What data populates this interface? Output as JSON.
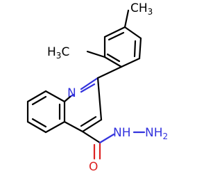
{
  "molecule": {
    "labels": {
      "methyl_para": "CH3",
      "methyl_ortho": "CH3",
      "ring_nitrogen": "N",
      "carbonyl_oxygen": "O",
      "hydrazide_nh": "NH",
      "hydrazide_nh2": "NH2"
    },
    "colors": {
      "carbon": "#000000",
      "nitrogen": "#3333dd",
      "oxygen": "#dd2222"
    }
  }
}
